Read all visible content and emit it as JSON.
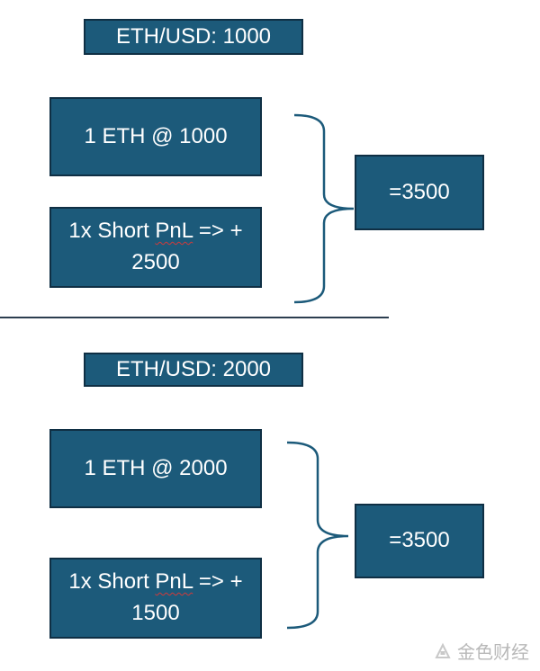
{
  "top": {
    "price_label": "ETH/USD: 1000",
    "position": "1 ETH @ 1000",
    "short_prefix": "1x Short ",
    "short_pnl_word": "PnL",
    "short_suffix": " => +",
    "short_value": "2500",
    "total": "=3500"
  },
  "bottom": {
    "price_label": "ETH/USD: 2000",
    "position": "1 ETH @ 2000",
    "short_prefix": "1x Short ",
    "short_pnl_word": "PnL",
    "short_suffix": " => +",
    "short_value": "1500",
    "total": "=3500"
  },
  "watermark": {
    "text": "金色财经"
  },
  "colors": {
    "box_fill": "#1c5a7a",
    "box_border": "#0f2f44",
    "brace": "#1c5a7a"
  }
}
